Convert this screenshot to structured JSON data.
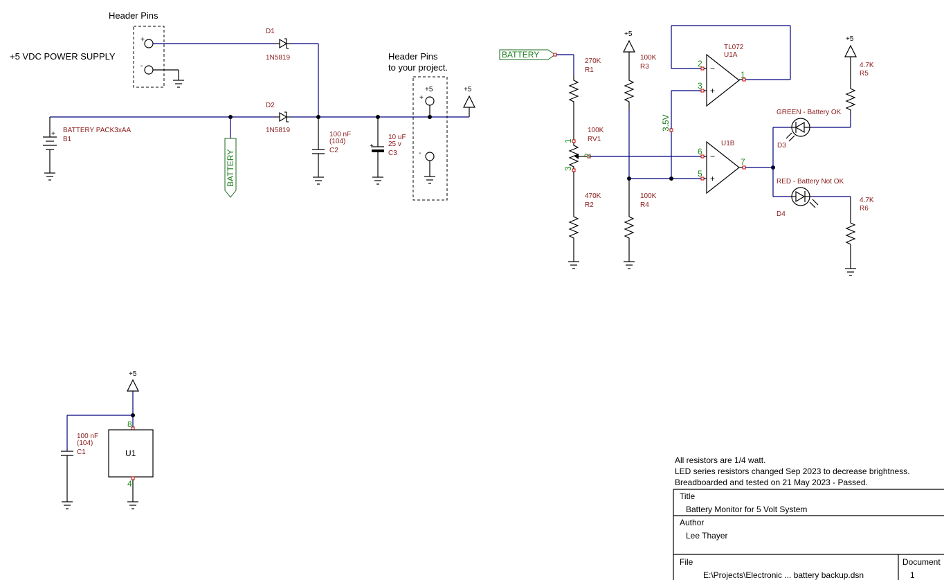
{
  "power_supply": {
    "header_title": "Header Pins",
    "label": "+5 VDC POWER SUPPLY",
    "plus": "+",
    "minus": "-"
  },
  "battery_pack": {
    "name": "BATTERY PACK3xAA",
    "ref": "B1"
  },
  "battery_net_label": "BATTERY",
  "diodes": [
    {
      "ref": "D1",
      "value": "1N5819"
    },
    {
      "ref": "D2",
      "value": "1N5819"
    }
  ],
  "caps": {
    "c2": {
      "value": "100 nF",
      "code": "(104)",
      "ref": "C2"
    },
    "c3": {
      "value": "10 uF",
      "voltage": "25 v",
      "ref": "C3"
    },
    "c1": {
      "value": "100 nF",
      "code": "(104)",
      "ref": "C1"
    }
  },
  "project_header": {
    "title_line1": "Header Pins",
    "title_line2": "to your project.",
    "plus5": "+5",
    "plus": "+",
    "minus": "-"
  },
  "plus5_label": "+5",
  "resistors": {
    "r1": {
      "value": "270K",
      "ref": "R1"
    },
    "rv1": {
      "value": "100K",
      "ref": "RV1"
    },
    "r2": {
      "value": "470K",
      "ref": "R2"
    },
    "r3": {
      "value": "100K",
      "ref": "R3"
    },
    "r4": {
      "value": "100K",
      "ref": "R4"
    },
    "r5": {
      "value": "4.7K",
      "ref": "R5"
    },
    "r6": {
      "value": "4.7K",
      "ref": "R6"
    }
  },
  "opamp": {
    "part": "TL072",
    "u1a": "U1A",
    "u1b": "U1B",
    "pins": {
      "p1": "1",
      "p2": "2",
      "p3": "3",
      "p5": "5",
      "p6": "6",
      "p7": "7"
    },
    "minus": "−",
    "plus": "+"
  },
  "ref_voltage": "3.5V",
  "pot_pins": {
    "p1": "1",
    "p2": "2",
    "p3": "3"
  },
  "leds": {
    "d3": {
      "label": "GREEN - Battery OK",
      "ref": "D3"
    },
    "d4": {
      "label": "RED - Battery Not OK",
      "ref": "D4"
    }
  },
  "u1_power": {
    "ref": "U1",
    "pin8": "8",
    "pin4": "4"
  },
  "notes": [
    "All resistors are 1/4 watt.",
    "LED series resistors changed Sep 2023 to decrease brightness.",
    "Breadboarded and tested on 21 May 2023 - Passed."
  ],
  "title_block": {
    "title_label": "Title",
    "title_value": "Battery Monitor for 5 Volt System",
    "author_label": "Author",
    "author_value": "Lee Thayer",
    "file_label": "File",
    "file_value": "E:\\Projects\\Electronic ... battery backup.dsn",
    "document_label": "Document",
    "document_value": "1"
  },
  "colors": {
    "wire": "#000080",
    "component_label": "#8b1a1a",
    "pin_number": "#1a8a1a",
    "pin_terminal": "#c00000",
    "net_label_border": "#1a6a1a"
  }
}
